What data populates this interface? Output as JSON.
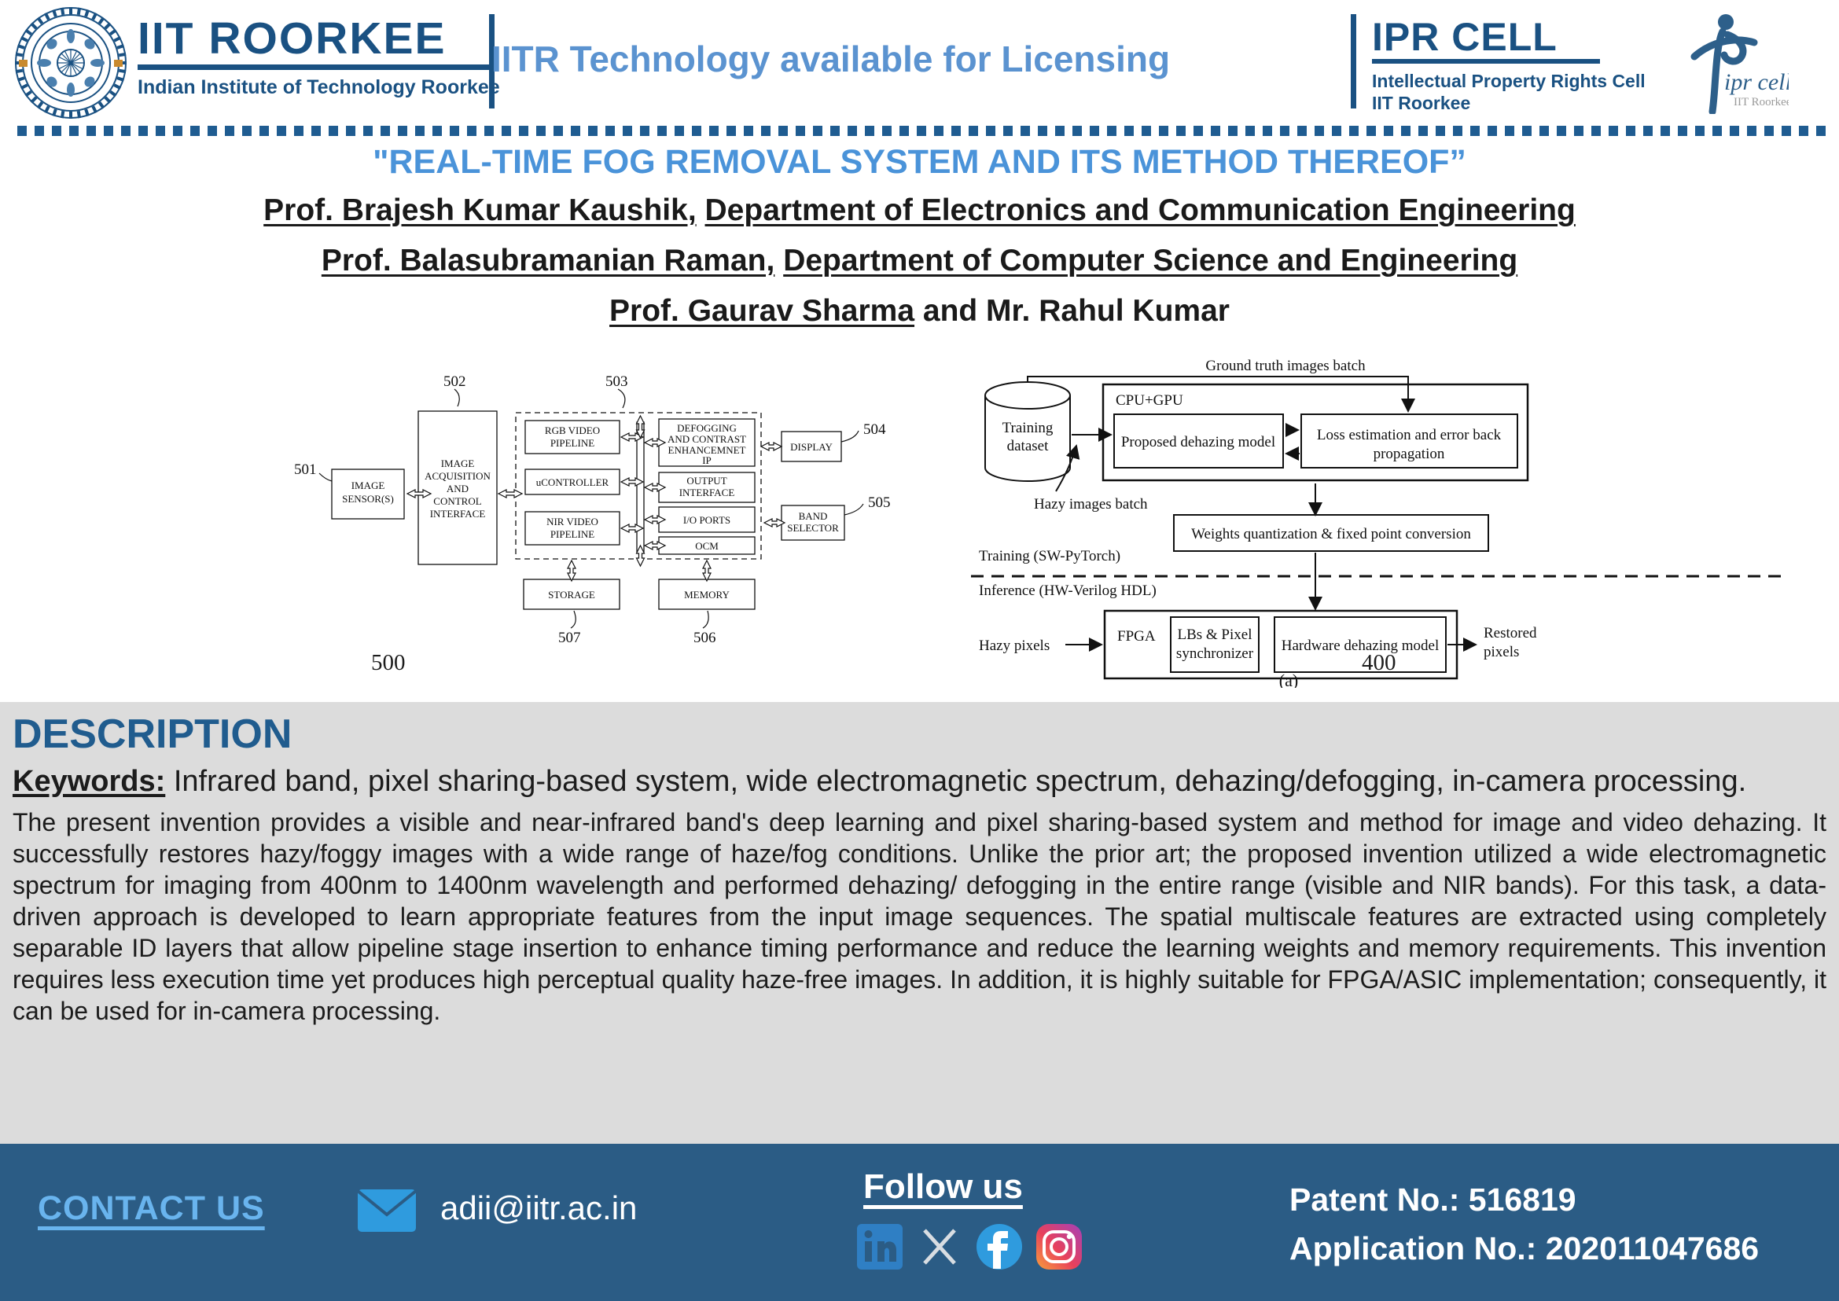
{
  "header": {
    "institute_name": "IIT ROORKEE",
    "institute_sub": "Indian Institute of Technology Roorkee",
    "center_tagline": "IITR Technology available for Licensing",
    "ipr_title": "IPR CELL",
    "ipr_sub_line1": "Intellectual Property Rights Cell",
    "ipr_sub_line2": "IIT Roorkee",
    "ipr_logo_text": "ipr cell",
    "ipr_logo_subtext": "IIT Roorkee",
    "accent_color": "#1a5182",
    "tagline_color": "#5b93d0"
  },
  "title": {
    "patent_title": "\"REAL-TIME FOG REMOVAL SYSTEM AND ITS METHOD THEREOF”",
    "author_line_1_a": "Prof. Brajesh Kumar Kaushik,",
    "author_line_1_b": "Department of Electronics and Communication Engineering",
    "author_line_2_a": "Prof. Balasubramanian Raman,",
    "author_line_2_b": "Department of Computer Science and Engineering",
    "author_line_3_a": "Prof. Gaurav Sharma",
    "author_line_3_b": "and Mr. Rahul Kumar"
  },
  "figure_left": {
    "caption": "500",
    "refs": {
      "r501": "501",
      "r502": "502",
      "r503": "503",
      "r504": "504",
      "r505": "505",
      "r506": "506",
      "r507": "507"
    },
    "blocks": {
      "sensor": "IMAGE SENSOR(S)",
      "acquisition": "IMAGE ACQUISITION AND CONTROL INTERFACE",
      "rgb": "RGB VIDEO PIPELINE",
      "ucontroller": "uCONTROLLER",
      "nir": "NIR VIDEO PIPELINE",
      "defog": "DEFOGGING AND CONTRAST ENHANCEMNET IP",
      "output_if": "OUTPUT INTERFACE",
      "io": "I/O PORTS",
      "ocm": "OCM",
      "display": "DISPLAY",
      "band": "BAND SELECTOR",
      "storage": "STORAGE",
      "memory": "MEMORY"
    }
  },
  "figure_right": {
    "caption": "400",
    "sub_caption": "(a)",
    "labels": {
      "ground_truth": "Ground truth images batch",
      "training_dataset": "Training dataset",
      "hazy_batch": "Hazy images batch",
      "cpu_gpu": "CPU+GPU",
      "dehazing_model": "Proposed dehazing model",
      "loss": "Loss estimation and error back propagation",
      "quant": "Weights quantization & fixed point conversion",
      "training_sw": "Training (SW-PyTorch)",
      "inference_hw": "Inference (HW-Verilog HDL)",
      "hazy_pixels": "Hazy pixels",
      "fpga": "FPGA",
      "lbs": "LBs & Pixel synchronizer",
      "hw_model": "Hardware dehazing model",
      "restored": "Restored pixels"
    }
  },
  "description": {
    "heading": "DESCRIPTION",
    "keywords_label": "Keywords:",
    "keywords_value": "Infrared band, pixel sharing-based system, wide electromagnetic spectrum, dehazing/defogging, in-camera processing.",
    "body": "The present invention provides a visible and near-infrared band's deep learning and pixel sharing-based system and method for image and video dehazing. It successfully restores hazy/foggy images with a wide range of haze/fog conditions. Unlike the prior art; the proposed invention utilized a wide electromagnetic spectrum for imaging from 400nm to 1400nm wavelength and performed dehazing/ defogging in the entire range (visible and NIR bands). For this task, a data-driven approach is developed to learn appropriate features from the input image sequences. The spatial multiscale features are extracted using completely separable ID layers that allow pipeline stage insertion to enhance timing performance and reduce the learning weights and memory requirements. This invention requires less execution time yet produces high perceptual quality haze-free images. In addition, it is highly suitable for FPGA/ASIC implementation; consequently, it can be used for in-camera processing.",
    "background_color": "#dcdcdc",
    "heading_color": "#205c8e"
  },
  "footer": {
    "contact_label": "CONTACT US",
    "email": "adii@iitr.ac.in",
    "follow_label": "Follow us",
    "patent_no": "Patent No.: 516819",
    "application_no": "Application No.: 202011047686",
    "background_color": "#2b5c85",
    "contact_color": "#69b4ee",
    "socials": [
      "linkedin-icon",
      "x-twitter-icon",
      "facebook-icon",
      "instagram-icon"
    ]
  }
}
